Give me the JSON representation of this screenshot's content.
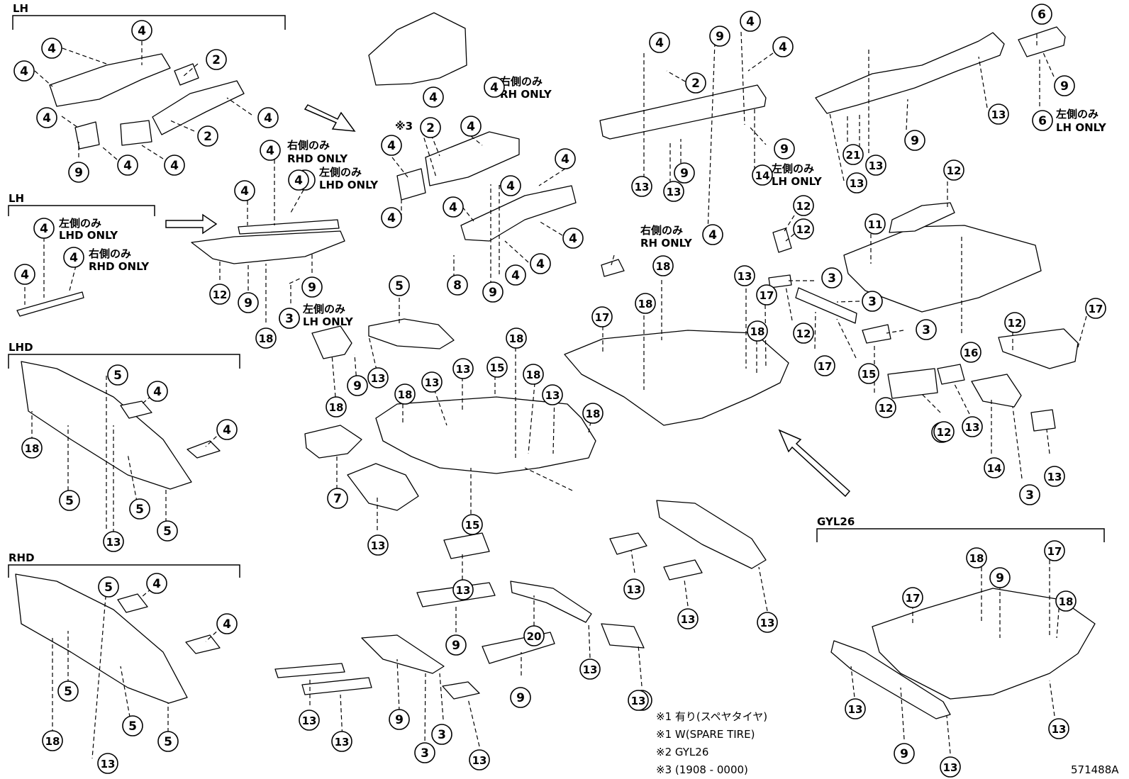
{
  "sections": {
    "lh_top": "LH",
    "lh_mid": "LH",
    "lhd": "LHD",
    "rhd": "RHD",
    "gyl26": "GYL26"
  },
  "notes": {
    "rh_only": "右側のみ",
    "rh_only_en": "RH ONLY",
    "rhd_only": "右側のみ",
    "rhd_only_en": "RHD ONLY",
    "lhd_only": "左側のみ",
    "lhd_only_en": "LHD ONLY",
    "lh_only": "左側のみ",
    "lh_only_en": "LH ONLY",
    "ref3": "※3"
  },
  "footnotes": [
    "※1 有り(スペヤタイヤ)",
    "※1 W(SPARE TIRE)",
    "※2 GYL26",
    "※3 (1908 - 0000)"
  ],
  "diagram_code": "571488A",
  "callouts": {
    "c01": "4",
    "c02": "4",
    "c03": "4",
    "c04": "2",
    "c05": "4",
    "c06": "4",
    "c07": "2",
    "c08": "9",
    "c09": "4",
    "c10": "4",
    "c11": "4",
    "c12": "4",
    "c13": "4",
    "c14": "4",
    "c15": "4",
    "c16": "4",
    "c17": "4",
    "c18": "12",
    "c19": "9",
    "c20": "9",
    "c21": "3",
    "c22": "18",
    "c23": "4",
    "c24": "4",
    "c25": "2",
    "c26": "4",
    "c27": "4",
    "c28": "4",
    "c29": "4",
    "c30": "4",
    "c31": "4",
    "c32": "4",
    "c33": "4",
    "c34": "8",
    "c35": "9",
    "c36": "4",
    "c37": "4",
    "c38": "9",
    "c39": "4",
    "c40": "4",
    "c41": "2",
    "c42": "9",
    "c43": "13",
    "c44": "13",
    "c45": "14",
    "c46": "4",
    "c47": "9",
    "c48": "4",
    "c49": "21",
    "c50": "13",
    "c51": "13",
    "c52": "9",
    "c53": "13",
    "c54": "6",
    "c55": "9",
    "c56": "6",
    "c57": "12",
    "c58": "12",
    "c59": "12",
    "c60": "3",
    "c61": "12",
    "c62": "3",
    "c63": "17",
    "c64": "15",
    "c65": "3",
    "c66": "12",
    "c67": "12",
    "c68": "11",
    "c69": "16",
    "c70": "12",
    "c71": "17",
    "c72": "12",
    "c73": "13",
    "c74": "14",
    "c75": "13",
    "c76": "3",
    "c77": "18",
    "c78": "13",
    "c79": "17",
    "c80": "18",
    "c81": "18",
    "c82": "17",
    "c83": "5",
    "c84": "4",
    "c85": "4",
    "c86": "18",
    "c87": "5",
    "c88": "5",
    "c89": "5",
    "c90": "13",
    "c91": "5",
    "c92": "4",
    "c93": "4",
    "c94": "5",
    "c95": "5",
    "c96": "18",
    "c97": "5",
    "c98": "13",
    "c99": "5",
    "c100": "9",
    "c101": "13",
    "c102": "18",
    "c103": "18",
    "c104": "13",
    "c105": "13",
    "c106": "15",
    "c107": "18",
    "c108": "13",
    "c109": "18",
    "c110": "18",
    "c111": "15",
    "c112": "7",
    "c113": "13",
    "c114": "13",
    "c115": "9",
    "c116": "20",
    "c117": "9",
    "c118": "13",
    "c119": "13",
    "c120": "13",
    "c121": "13",
    "c122": "13",
    "c123": "13",
    "c124": "13",
    "c125": "13",
    "c126": "9",
    "c127": "3",
    "c128": "3",
    "c129": "13",
    "c130": "18",
    "c131": "17",
    "c132": "9",
    "c133": "17",
    "c134": "18",
    "c135": "13",
    "c136": "9",
    "c137": "13",
    "c138": "13"
  }
}
